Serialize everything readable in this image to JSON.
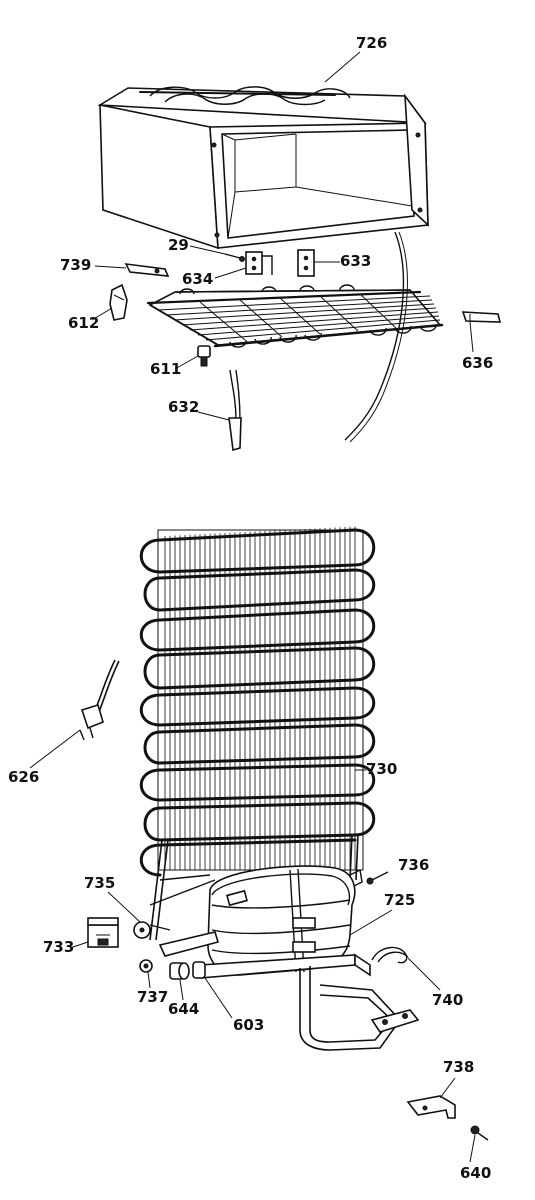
{
  "callouts": [
    {
      "id": "c726",
      "text": "726"
    },
    {
      "id": "c29",
      "text": "29"
    },
    {
      "id": "c739",
      "text": "739"
    },
    {
      "id": "c634",
      "text": "634"
    },
    {
      "id": "c633",
      "text": "633"
    },
    {
      "id": "c612",
      "text": "612"
    },
    {
      "id": "c611",
      "text": "611"
    },
    {
      "id": "c636",
      "text": "636"
    },
    {
      "id": "c632",
      "text": "632"
    },
    {
      "id": "c626",
      "text": "626"
    },
    {
      "id": "c730",
      "text": "730"
    },
    {
      "id": "c736",
      "text": "736"
    },
    {
      "id": "c735",
      "text": "735"
    },
    {
      "id": "c725",
      "text": "725"
    },
    {
      "id": "c733",
      "text": "733"
    },
    {
      "id": "c740",
      "text": "740"
    },
    {
      "id": "c738",
      "text": "738"
    },
    {
      "id": "c640",
      "text": "640"
    },
    {
      "id": "c737",
      "text": "737"
    },
    {
      "id": "c644",
      "text": "644"
    },
    {
      "id": "c603",
      "text": "603"
    }
  ]
}
